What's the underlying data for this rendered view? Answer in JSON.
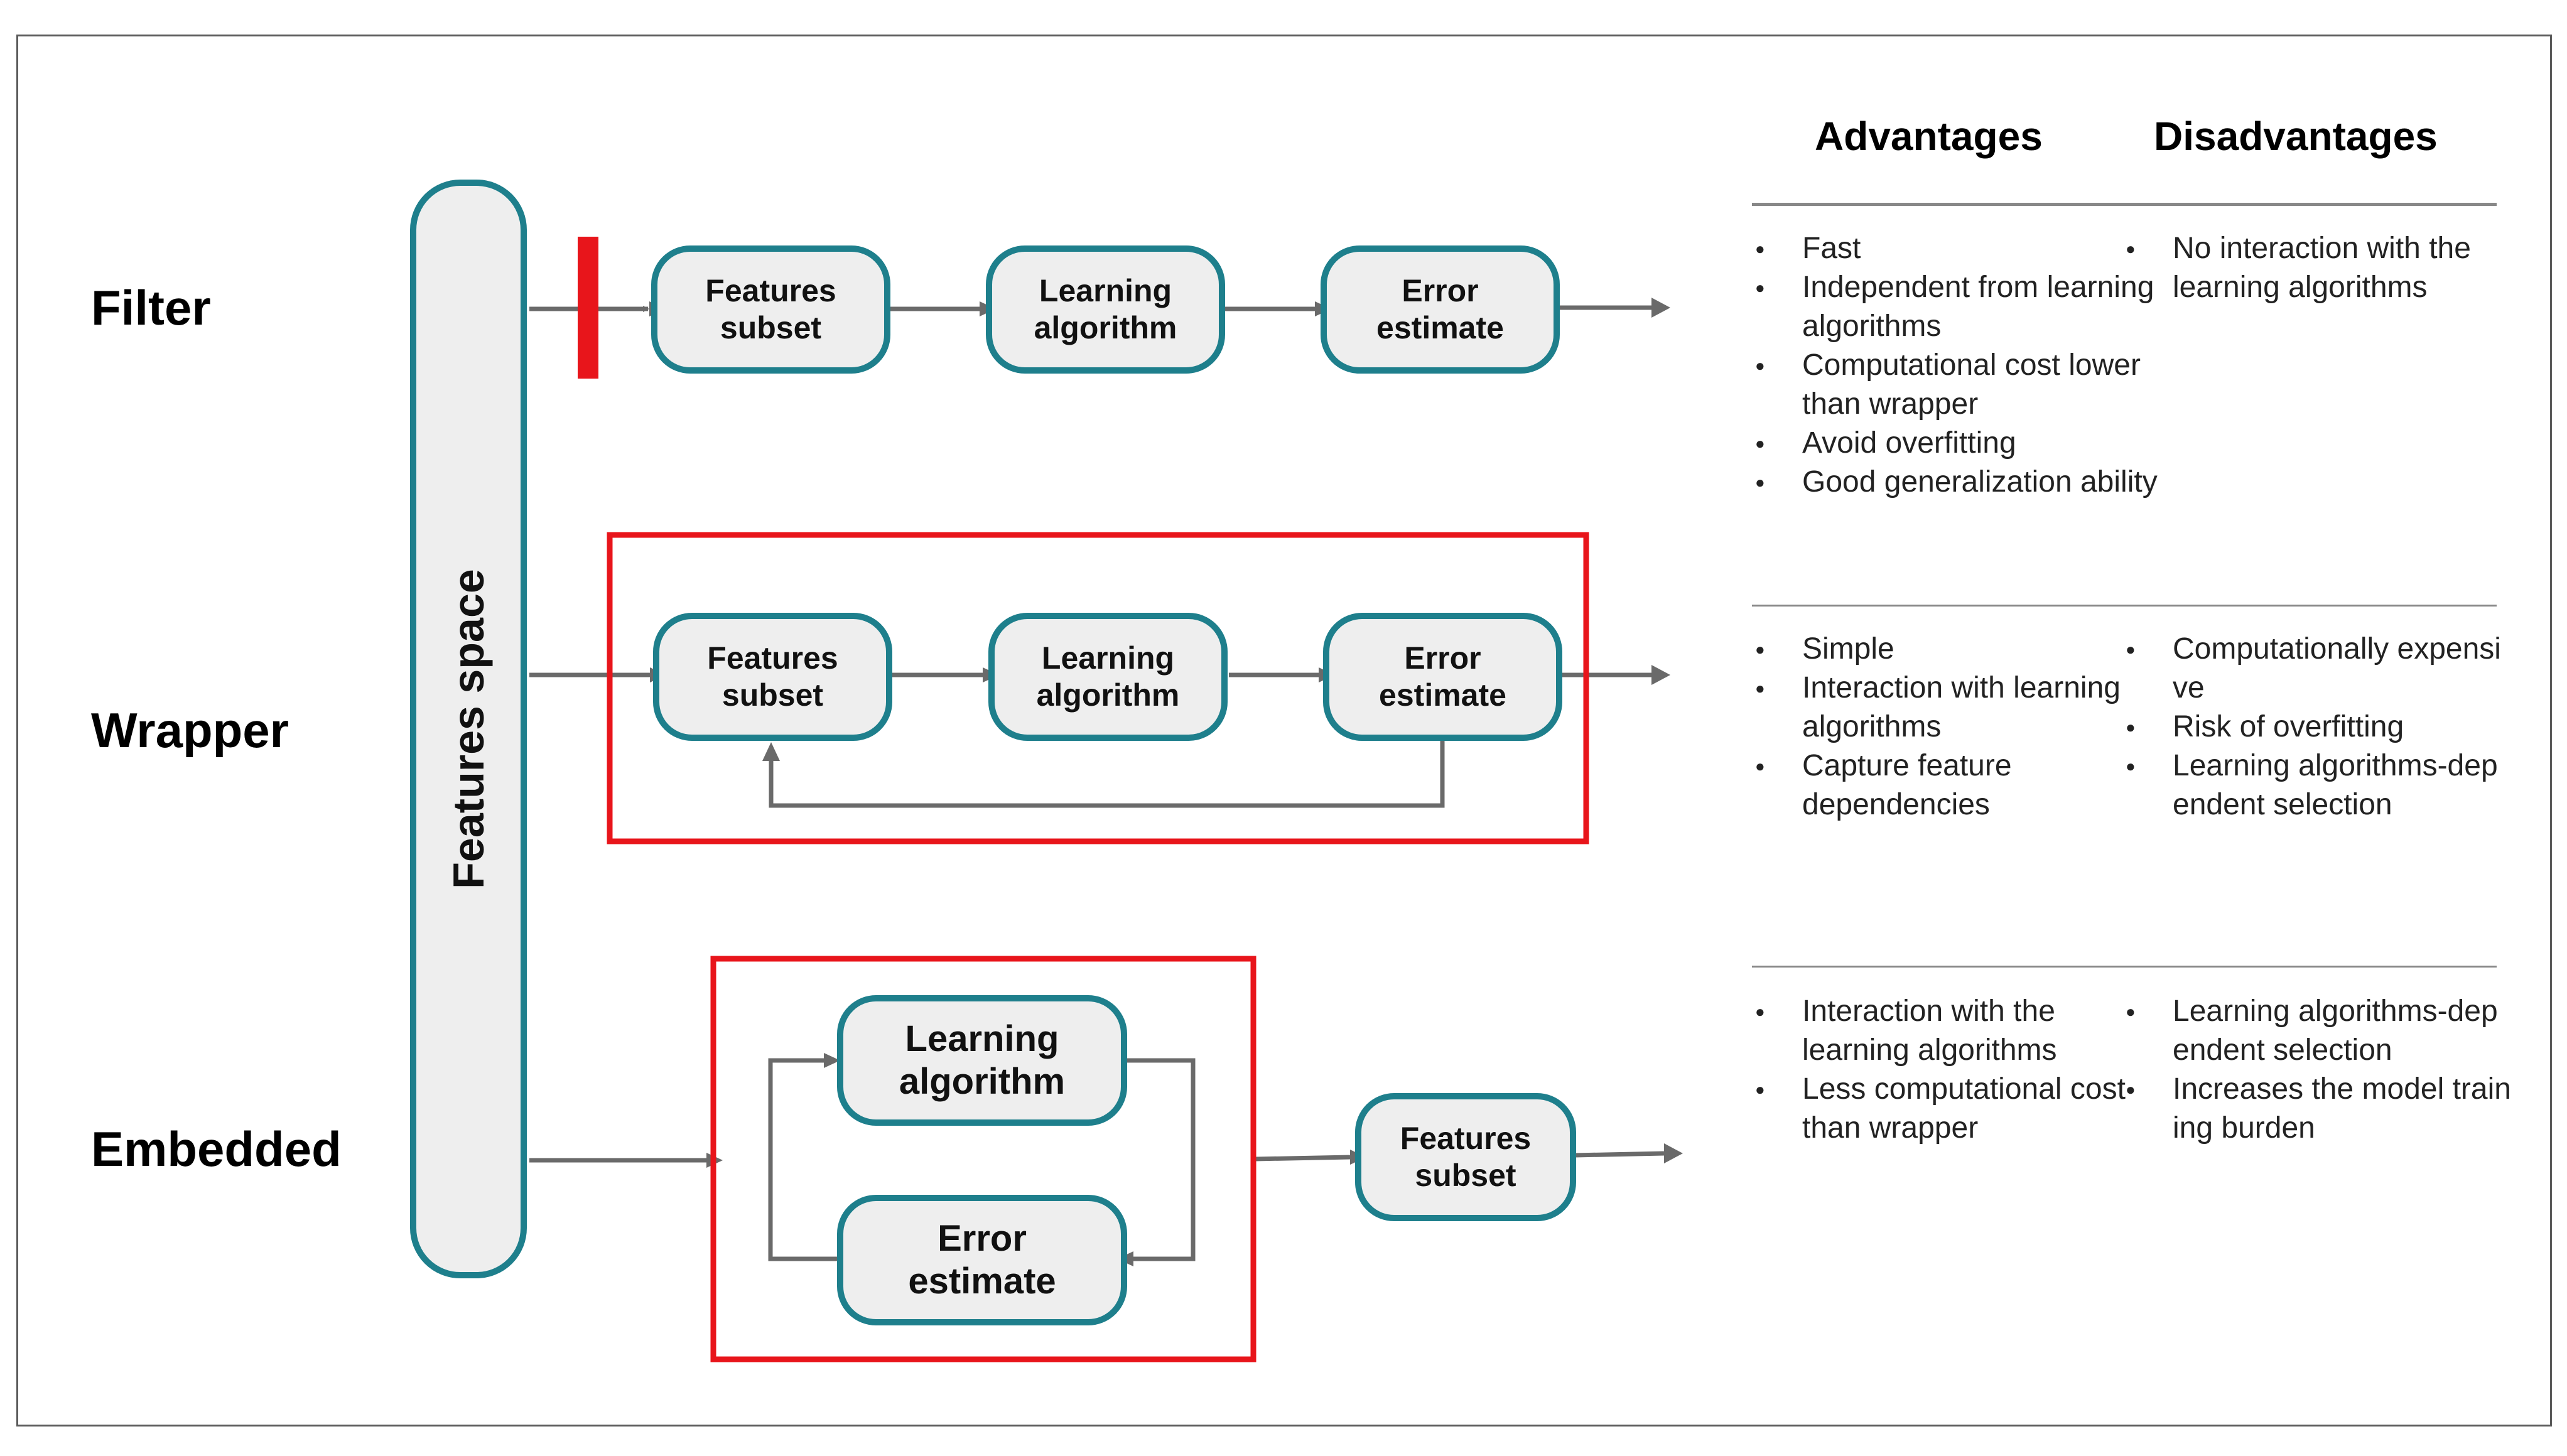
{
  "rows": {
    "filter": "Filter",
    "wrapper": "Wrapper",
    "embedded": "Embedded"
  },
  "features_space": "Features space",
  "nodes": {
    "filter": [
      "Features\nsubset",
      "Learning\nalgorithm",
      "Error\nestimate"
    ],
    "wrapper": [
      "Features\nsubset",
      "Learning\nalgorithm",
      "Error\nestimate"
    ],
    "embedded": [
      "Learning\nalgorithm",
      "Error\nestimate",
      "Features\nsubset"
    ]
  },
  "table": {
    "advantages_header": "Advantages",
    "disadvantages_header": "Disadvantages",
    "filter": {
      "advantages": [
        "Fast",
        "Independent from learning algorithms",
        "Computational cost lower than wrapper",
        "Avoid overfitting",
        "Good generalization ability"
      ],
      "disadvantages": [
        "No interaction with the learning algorithms"
      ]
    },
    "wrapper": {
      "advantages": [
        "Simple",
        "Interaction with learning algorithms",
        "Capture feature dependencies"
      ],
      "disadvantages": [
        "Computationally expensive",
        "Risk of overfitting",
        "Learning algorithms-dependent selection"
      ]
    },
    "embedded": {
      "advantages": [
        "Interaction with the learning algorithms",
        "Less computational cost than wrapper"
      ],
      "disadvantages": [
        "Learning algorithms-dependent selection",
        "Increases the model training burden"
      ]
    }
  },
  "colors": {
    "node_border": "#1e7f8c",
    "node_fill": "#eeeeee",
    "arrow": "#6a6a6a",
    "highlight": "#e8151b"
  }
}
